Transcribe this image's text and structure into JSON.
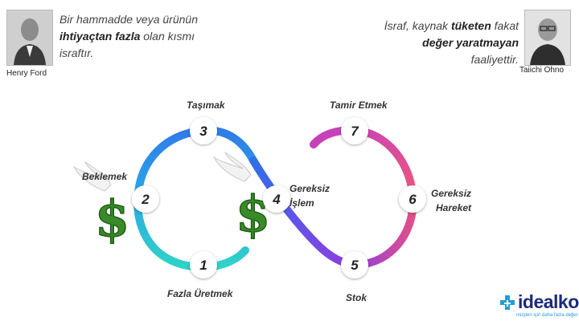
{
  "quotes": {
    "left": {
      "author": "Henry Ford",
      "line1": "Bir hammadde veya ürünün",
      "line2_bold": "ihtiyaçtan fazla",
      "line2_rest": " olan kısmı",
      "line3": "israftır."
    },
    "right": {
      "author": "Taiichi Ohno",
      "line1_pre": "İsraf, kaynak ",
      "line1_bold": "tüketen",
      "line1_post": " fakat",
      "line2_bold": "değer yaratmayan",
      "line3": "faaliyettir."
    }
  },
  "wastes": [
    {
      "num": "1",
      "label": "Fazla Üretmek"
    },
    {
      "num": "2",
      "label": "Beklemek"
    },
    {
      "num": "3",
      "label": "Taşımak"
    },
    {
      "num": "4",
      "label_line1": "Gereksiz",
      "label_line2": "İşlem"
    },
    {
      "num": "5",
      "label": "Stok"
    },
    {
      "num": "6",
      "label_line1": "Gereksiz",
      "label_line2": "Hareket"
    },
    {
      "num": "7",
      "label": "Tamir Etmek"
    }
  ],
  "icons": [
    "money-bag-icon",
    "wing-icon"
  ],
  "colors": {
    "loop_teal": "#2fd3c8",
    "loop_blue": "#2f7be8",
    "loop_purple": "#8e3fe0",
    "loop_magenta": "#c23fbf",
    "loop_pink": "#f0577a",
    "money_green": "#3a8a2a"
  },
  "logo": {
    "word": "idealkod",
    "tagline": "müşteri için daha fazla değer"
  }
}
